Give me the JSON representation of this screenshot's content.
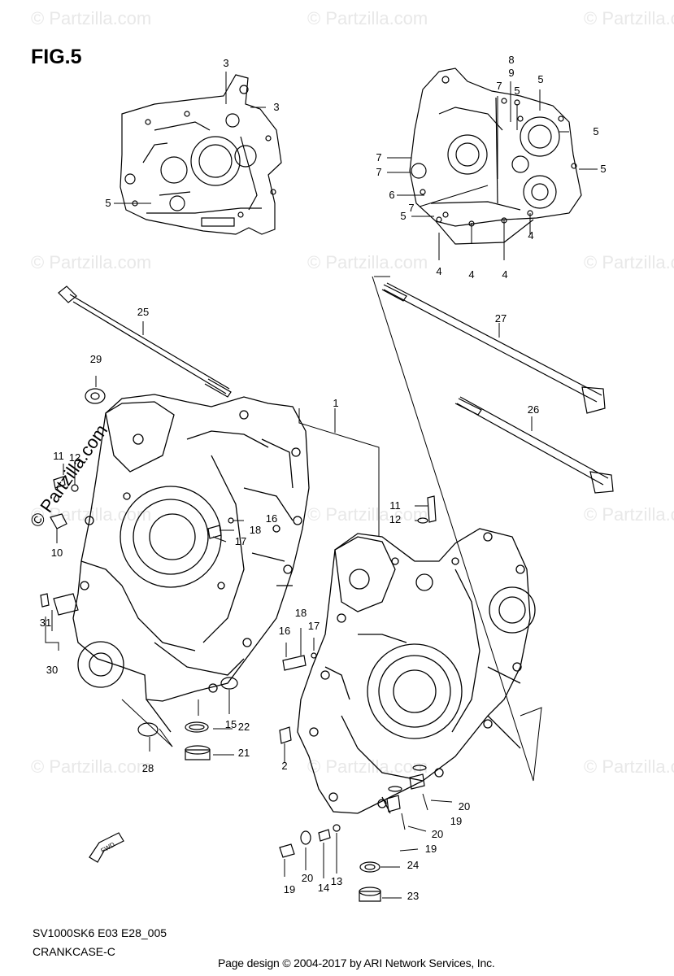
{
  "figure": {
    "title": "FIG.5"
  },
  "diagram_code": "SV1000SK6 E03 E28_005",
  "diagram_name": "CRANKCASE-C",
  "footer": "Page design © 2004-2017 by ARI Network Services, Inc.",
  "watermark": "© Partzilla.com",
  "fwd_label": "FWD",
  "callouts": [
    "1",
    "2",
    "3",
    "4",
    "5",
    "6",
    "7",
    "8",
    "9",
    "10",
    "11",
    "12",
    "13",
    "14",
    "15",
    "16",
    "17",
    "18",
    "19",
    "20",
    "21",
    "22",
    "23",
    "24",
    "25",
    "26",
    "27",
    "28",
    "29",
    "30",
    "31"
  ]
}
